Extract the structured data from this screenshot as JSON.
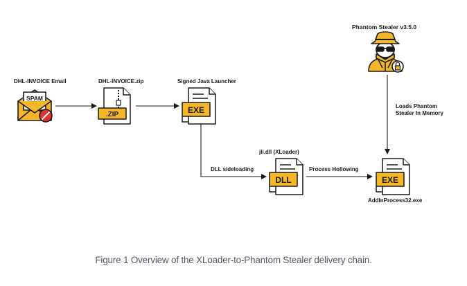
{
  "labels": {
    "email": "DHL-INVOICE Email",
    "zip": "DHL-INVOICE.zip",
    "launcher": "Signed Java Launcher",
    "stealer": "Phantom Stealer v3.5.0",
    "dll_name": "jli.dll (XLoader)",
    "sideload": "DLL sideloading",
    "hollowing": "Process Hollowing",
    "loads_line1": "Loads Phantom",
    "loads_line2": "Stealer In Memory",
    "target": "AddInProcess32.exe"
  },
  "icons": {
    "email": {
      "name": "spam-envelope-icon",
      "text": "SPAM"
    },
    "zip": {
      "name": "zip-file-icon",
      "text": ".ZIP"
    },
    "launcher": {
      "name": "exe-file-icon",
      "text": "EXE"
    },
    "dll": {
      "name": "dll-file-icon",
      "text": "DLL"
    },
    "target": {
      "name": "exe-file-icon",
      "text": "EXE"
    },
    "stealer": {
      "name": "hacker-spy-icon"
    }
  },
  "caption": "Figure 1 Overview of the XLoader-to-Phantom Stealer delivery chain.",
  "colors": {
    "accent": "#f5b72a",
    "accent_dark": "#e09a12",
    "ink": "#1a1a1a",
    "alert": "#e0322b",
    "caption": "#555a66"
  }
}
